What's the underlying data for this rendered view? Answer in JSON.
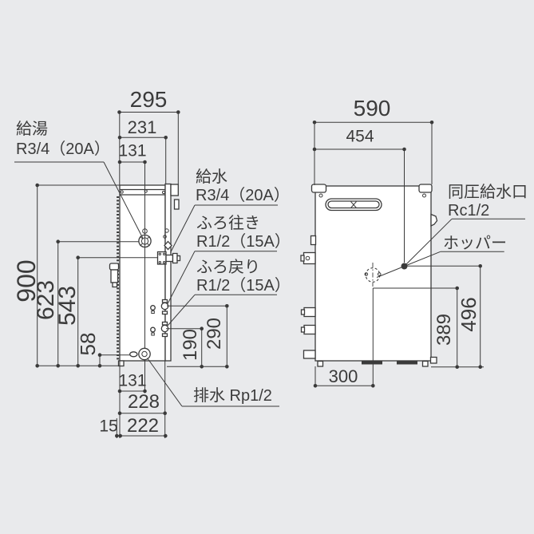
{
  "colors": {
    "background": "#e9eaec",
    "line": "#3a3a3a",
    "body_fill": "#ffffff",
    "text": "#3b3b3b"
  },
  "side_view": {
    "dims": {
      "depth_overall": "295",
      "depth_body": "231",
      "top_center_offset": "131",
      "height_overall": "900",
      "kyuto_height": "623",
      "kyusui_height": "543",
      "drain_height": "58",
      "drain_offset": "131",
      "bottom_depth_a": "228",
      "wall_gap": "15",
      "bottom_depth_b": "222",
      "furo_modori_height": "190",
      "furo_iki_height": "290"
    },
    "labels": {
      "kyuto_name": "給湯",
      "kyuto_size": "R3/4（20A）",
      "kyusui_name": "給水",
      "kyusui_size": "R3/4（20A）",
      "furo_iki_name": "ふろ往き",
      "furo_iki_size": "R1/2（15A）",
      "furo_modori_name": "ふろ戻り",
      "furo_modori_size": "R1/2（15A）",
      "drain": "排水 Rp1/2"
    }
  },
  "front_view": {
    "dims": {
      "width_overall": "590",
      "inlet_offset": "454",
      "bottom_width": "300",
      "hopper_height": "389",
      "inlet_height": "496"
    },
    "labels": {
      "pressure_inlet_name": "同圧給水口",
      "pressure_inlet_size": "Rc1/2",
      "hopper": "ホッパー"
    }
  }
}
